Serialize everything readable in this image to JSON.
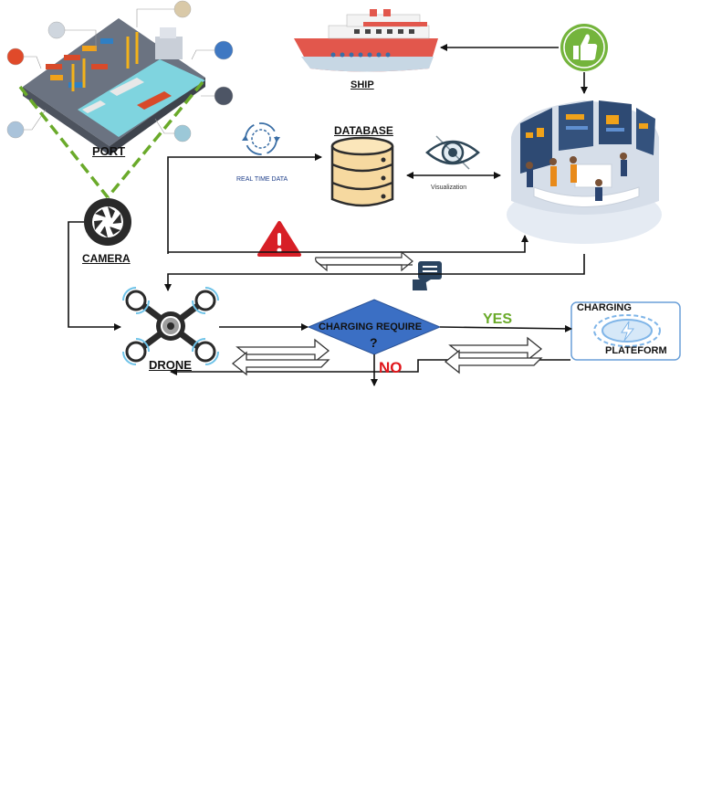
{
  "labels": {
    "port": "PORT",
    "ship": "SHIP",
    "database": "DATABASE",
    "real_time_data": "REAL TIME DATA",
    "visualization": "Visualization",
    "camera": "CAMERA",
    "drone": "DRONE",
    "decision": "CHARGING REQUIRE",
    "question_mark": "?",
    "yes": "YES",
    "no": "NO",
    "charging_line1": "CHARGING",
    "charging_line2": "PLATEFORM"
  },
  "colors": {
    "dashed_green": "#6aaa2a",
    "decision_fill": "#3b6fc4",
    "yes": "#6aaa2a",
    "no": "#e0161b",
    "alert": "#d71f26",
    "thumbs": "#74b43c",
    "database_fill": "#f6d9a0",
    "database_stroke": "#2d2d2d",
    "control_room": "#e5ebf3"
  },
  "icons": [
    "port-illustration",
    "ship-icon",
    "thumbs-up-icon",
    "sync-icon",
    "database-icon",
    "eye-icon",
    "control-room-illustration",
    "camera-lens-icon",
    "alert-icon",
    "feedback-icon",
    "drone-icon",
    "charging-platform-icon"
  ]
}
